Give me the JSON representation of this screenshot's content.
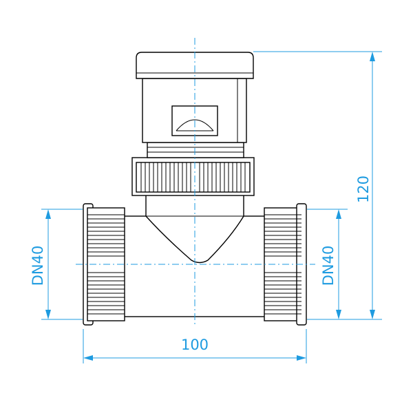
{
  "colors": {
    "outline": "#000000",
    "dimension": "#1e9be0",
    "background": "#ffffff"
  },
  "dimensions": {
    "left_dn": "DN40",
    "right_dn": "DN40",
    "width": "100",
    "height": "120"
  }
}
